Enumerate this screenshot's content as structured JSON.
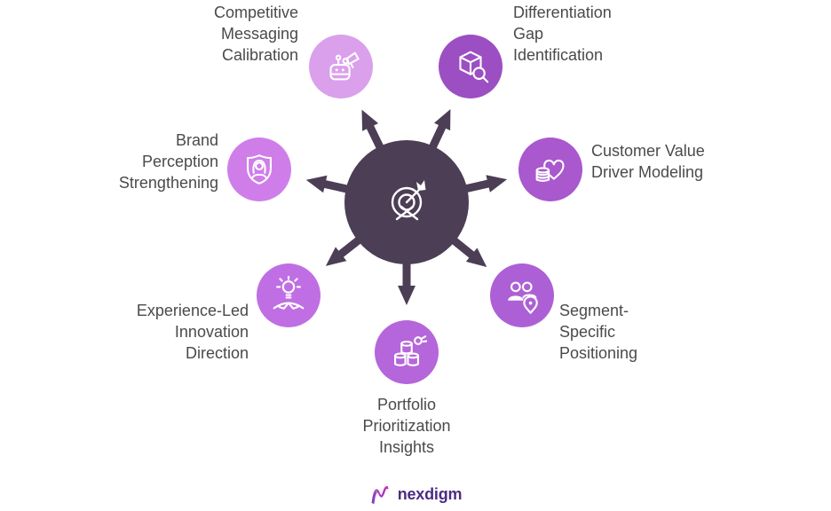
{
  "title": "strategy-focus-hub-diagram",
  "colors": {
    "background": "#ffffff",
    "hub": "#4C3E55",
    "label_text": "#4a4a4a",
    "icon_stroke": "#ffffff",
    "logo_text": "#4B2C83",
    "logo_mark_start": "#7B3FC4",
    "logo_mark_end": "#C92CB4"
  },
  "hub": {
    "icon": "target-dart-icon"
  },
  "nodes": [
    {
      "id": "competitive-messaging-calibration",
      "label": "Competitive\nMessaging\nCalibration",
      "color": "#DAA0EC",
      "icon": "robot-megaphone-icon"
    },
    {
      "id": "differentiation-gap-identification",
      "label": "Differentiation\nGap\nIdentification",
      "color": "#9C4FC3",
      "icon": "cube-magnifier-icon"
    },
    {
      "id": "customer-value-driver-modeling",
      "label": "Customer Value\nDriver Modeling",
      "color": "#A958CE",
      "icon": "coins-heart-icon"
    },
    {
      "id": "segment-specific-positioning",
      "label": "Segment-\nSpecific\nPositioning",
      "color": "#AD60D6",
      "icon": "people-pin-icon"
    },
    {
      "id": "portfolio-prioritization-insights",
      "label": "Portfolio\nPrioritization\nInsights",
      "color": "#B566DB",
      "icon": "coins-stack-icon"
    },
    {
      "id": "experience-led-innovation-direction",
      "label": "Experience-Led\nInnovation\nDirection",
      "color": "#BF6FE3",
      "icon": "lightbulb-hands-icon"
    },
    {
      "id": "brand-perception-strengthening",
      "label": "Brand\nPerception\nStrengthening",
      "color": "#CF7EE9",
      "icon": "shield-person-icon"
    }
  ],
  "logo": {
    "text": "nexdigm"
  }
}
